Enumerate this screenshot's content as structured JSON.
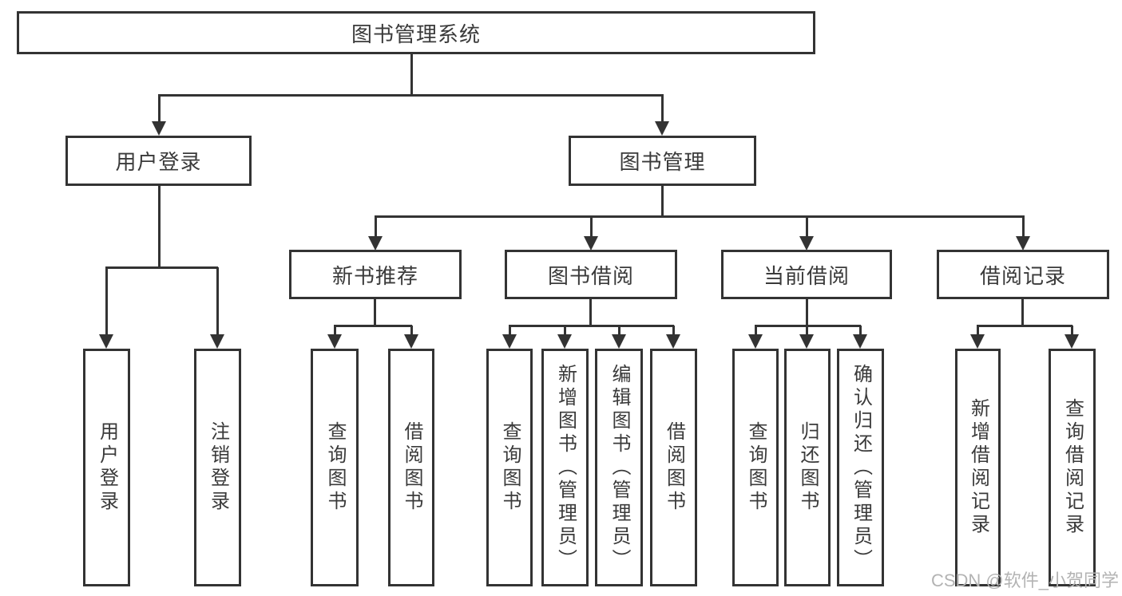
{
  "tree": {
    "root": {
      "label": "图书管理系统"
    },
    "branches": [
      {
        "label": "用户登录",
        "children": [
          {
            "label": "用户登录"
          },
          {
            "label": "注销登录"
          }
        ]
      },
      {
        "label": "图书管理",
        "children": [
          {
            "label": "新书推荐",
            "children": [
              {
                "label": "查询图书"
              },
              {
                "label": "借阅图书"
              }
            ]
          },
          {
            "label": "图书借阅",
            "children": [
              {
                "label": "查询图书"
              },
              {
                "label": "新增图书（管理员）"
              },
              {
                "label": "编辑图书（管理员）"
              },
              {
                "label": "借阅图书"
              }
            ]
          },
          {
            "label": "当前借阅",
            "children": [
              {
                "label": "查询图书"
              },
              {
                "label": "归还图书"
              },
              {
                "label": "确认归还（管理员）"
              }
            ]
          },
          {
            "label": "借阅记录",
            "children": [
              {
                "label": "新增借阅记录"
              },
              {
                "label": "查询借阅记录"
              }
            ]
          }
        ]
      }
    ]
  },
  "watermark": {
    "text": "CSDN @软件_小贺同学"
  },
  "colors": {
    "line": "#333333",
    "text": "#3a3a3a",
    "watermark": "#b3b3b3",
    "background": "#ffffff"
  }
}
